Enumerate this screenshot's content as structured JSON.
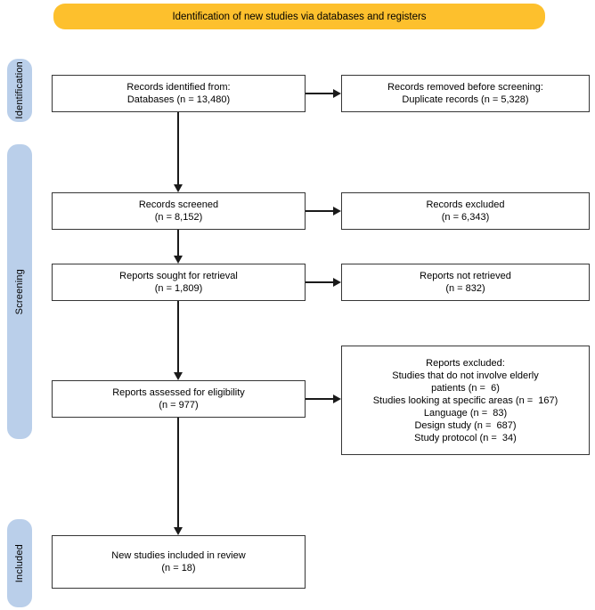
{
  "banner": {
    "label": "Identification of new studies via databases and registers"
  },
  "side_labels": [
    {
      "label": "Identification"
    },
    {
      "label": "Screening"
    },
    {
      "label": "Included"
    }
  ],
  "boxes": {
    "records_identified": "Records identified from:\nDatabases (n = 13,480)",
    "records_removed": "Records removed before screening:\nDuplicate records (n = 5,328)",
    "records_screened": "Records screened\n(n = 8,152)",
    "records_excluded": "Records excluded\n(n = 6,343)",
    "reports_sought": "Reports sought for retrieval\n(n = 1,809)",
    "reports_not_retrieved": "Reports not retrieved\n(n = 832)",
    "reports_assessed": "Reports assessed for eligibility\n(n = 977)",
    "reports_excluded": "Reports excluded:\nStudies that do not involve elderly\npatients (n =  6)\nStudies looking at specific areas (n =  167)\nLanguage (n =  83)\nDesign study (n =  687)\nStudy protocol (n =  34)",
    "new_studies_included": "New studies included in review\n(n = 18)"
  },
  "colors": {
    "banner_bg": "#FDC02D",
    "side_label_bg": "#BACFEA",
    "box_border": "#363636",
    "line": "#1a1a1a"
  }
}
